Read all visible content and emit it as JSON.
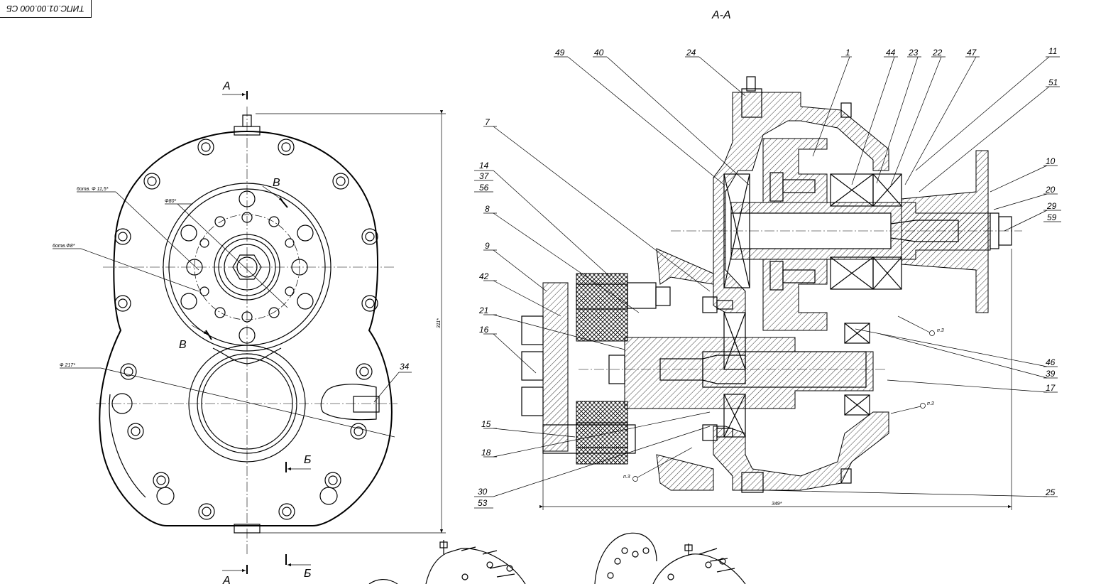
{
  "doc_code": "ТИПС.01.00.000 СБ",
  "section_title": "А-А",
  "section_marks": {
    "a": "А",
    "b": "Б",
    "v": "В"
  },
  "dimensions": {
    "holes_115": "6отв. Ф 11,5*",
    "holes_8": "6отв.Ф8*",
    "dia_80": "Ф80*",
    "dia_217": "Ф 217*",
    "height_311": "311*",
    "width_349": "349*"
  },
  "weld_note": "п.3",
  "callouts_top": [
    "49",
    "40",
    "24",
    "1",
    "44",
    "23",
    "22",
    "47",
    "11",
    "51"
  ],
  "callouts_left": [
    "7",
    "14",
    "37",
    "56",
    "8",
    "9",
    "42",
    "21",
    "16",
    "15",
    "18",
    "30",
    "53"
  ],
  "callouts_right": [
    "10",
    "20",
    "29",
    "59",
    "46",
    "39",
    "17",
    "25"
  ],
  "callout_front": "34"
}
